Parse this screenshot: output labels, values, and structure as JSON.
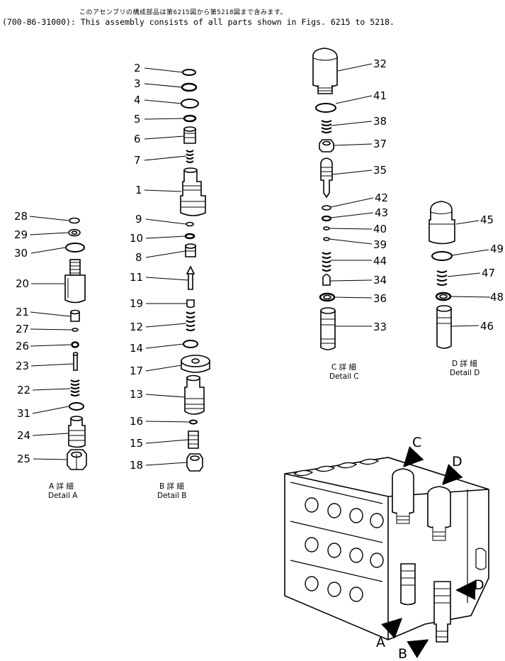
{
  "header": {
    "japanese": "このアセンブリの構成部品は第6215図から第5218図まで含みます。",
    "english": "(700-86-31000): This assembly consists of all parts shown in Figs. 6215 to 5218."
  },
  "details": {
    "A": {
      "jp": "A 詳 細",
      "en": "Detail  A"
    },
    "B": {
      "jp": "B 詳 細",
      "en": "Detail  B"
    },
    "C": {
      "jp": "C 詳 細",
      "en": "Detail  C"
    },
    "D": {
      "jp": "D 詳 細",
      "en": "Detail  D"
    }
  },
  "callouts": {
    "detail_A": [
      "28",
      "29",
      "30",
      "20",
      "21",
      "27",
      "26",
      "23",
      "22",
      "31",
      "24",
      "25"
    ],
    "detail_B": [
      "2",
      "3",
      "4",
      "5",
      "6",
      "7",
      "1",
      "9",
      "10",
      "8",
      "11",
      "19",
      "12",
      "14",
      "17",
      "13",
      "16",
      "15",
      "18"
    ],
    "detail_C": [
      "32",
      "41",
      "38",
      "37",
      "35",
      "42",
      "43",
      "40",
      "39",
      "44",
      "34",
      "36",
      "33"
    ],
    "detail_D": [
      "45",
      "49",
      "47",
      "48",
      "46"
    ]
  },
  "view_letters": {
    "c": "C",
    "d_top": "D",
    "d_side": "D",
    "a": "A",
    "b": "B"
  }
}
